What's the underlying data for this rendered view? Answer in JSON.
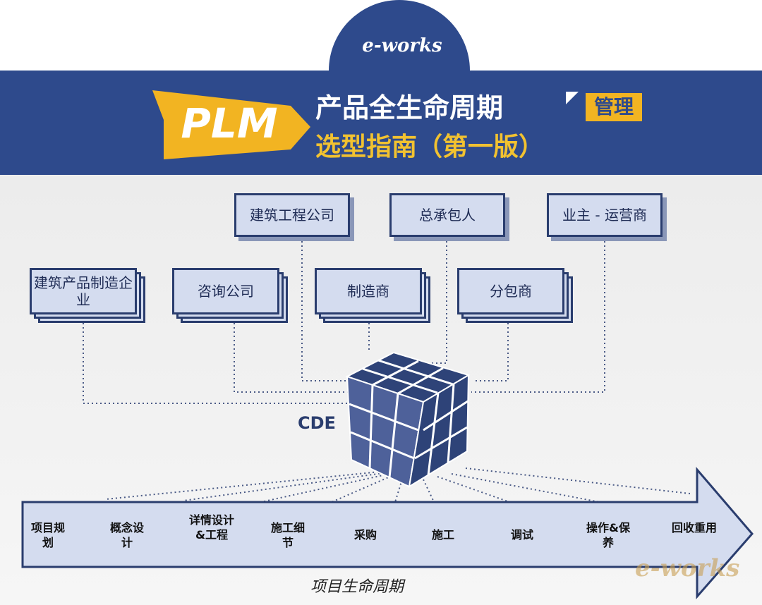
{
  "header": {
    "logo": "e-works",
    "badge": "PLM",
    "title_line1": "产品全生命周期",
    "title_tag": "管理",
    "title_line2": "选型指南（第一版）"
  },
  "top_boxes": [
    "建筑工程公司",
    "总承包人",
    "业主 - 运营商"
  ],
  "mid_boxes": [
    "建筑产品制造企业",
    "咨询公司",
    "制造商",
    "分包商"
  ],
  "center_label": "CDE",
  "stages": [
    "项目规划",
    "概念设计",
    "详情设计&工程",
    "施工细节",
    "采购",
    "施工",
    "调试",
    "操作&保养",
    "回收重用"
  ],
  "lifecycle_label": "项目生命周期",
  "watermark": "e-works",
  "colors": {
    "navy": "#2e4a8c",
    "gold": "#f2b422",
    "box_fill": "#d4dcef",
    "box_border": "#2a3d6e"
  }
}
